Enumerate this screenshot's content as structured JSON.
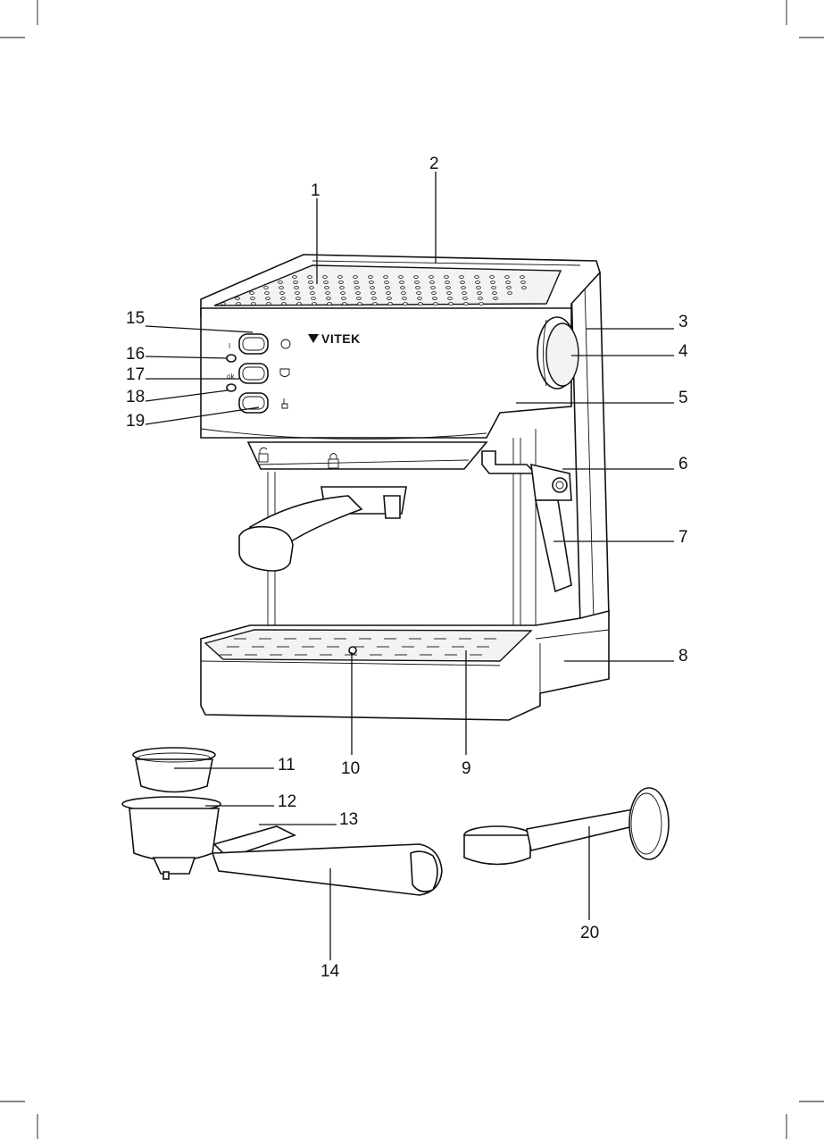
{
  "brand": "VITEK",
  "callouts": [
    {
      "id": "c1",
      "text": "1"
    },
    {
      "id": "c2",
      "text": "2"
    },
    {
      "id": "c3",
      "text": "3"
    },
    {
      "id": "c4",
      "text": "4"
    },
    {
      "id": "c5",
      "text": "5"
    },
    {
      "id": "c6",
      "text": "6"
    },
    {
      "id": "c7",
      "text": "7"
    },
    {
      "id": "c8",
      "text": "8"
    },
    {
      "id": "c9",
      "text": "9"
    },
    {
      "id": "c10",
      "text": "10"
    },
    {
      "id": "c11",
      "text": "11"
    },
    {
      "id": "c12",
      "text": "12"
    },
    {
      "id": "c13",
      "text": "13"
    },
    {
      "id": "c14",
      "text": "14"
    },
    {
      "id": "c15",
      "text": "15"
    },
    {
      "id": "c16",
      "text": "16"
    },
    {
      "id": "c17",
      "text": "17"
    },
    {
      "id": "c18",
      "text": "18"
    },
    {
      "id": "c19",
      "text": "19"
    },
    {
      "id": "c20",
      "text": "20"
    }
  ],
  "panel_marks": {
    "power_indicator": "I",
    "ready_indicator": "ok"
  },
  "icons": [
    "power-icon",
    "coffee-cup-icon",
    "steam-icon",
    "lock-icon",
    "unlock-icon"
  ]
}
